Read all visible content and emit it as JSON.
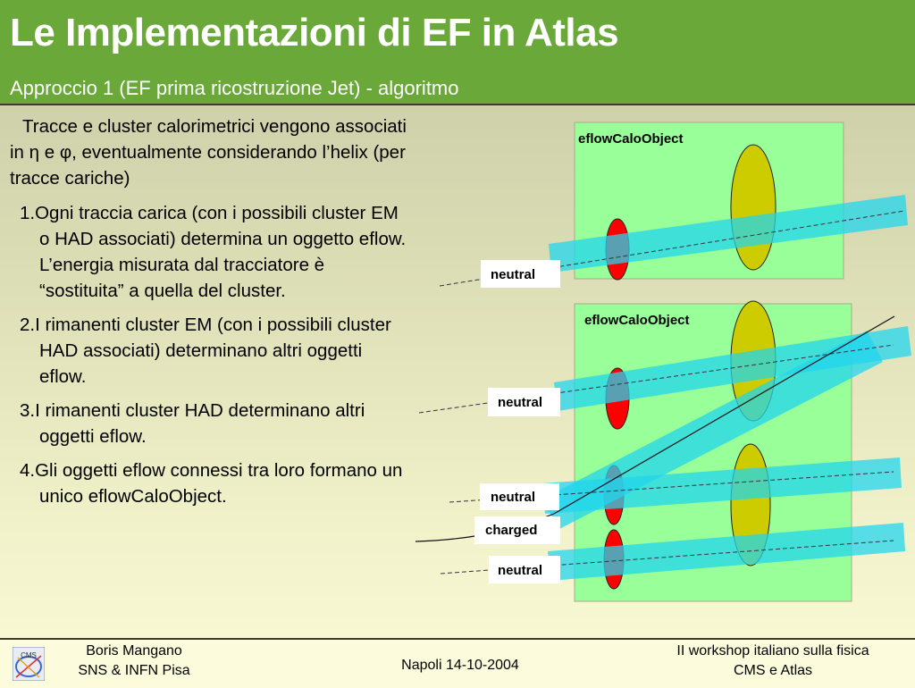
{
  "header": {
    "title": "Le Implementazioni di EF in Atlas",
    "subtitle": "Approccio 1 (EF prima ricostruzione Jet) - algoritmo",
    "background": "#6ba83a"
  },
  "content": {
    "intro": "Tracce e cluster calorimetrici vengono associati in η e φ, eventualmente considerando l’helix (per tracce cariche)",
    "items": [
      {
        "num": "1.",
        "text": "Ogni traccia carica (con i possibili cluster EM o HAD associati) determina un oggetto eflow. L’energia misurata dal tracciatore è “sostituita” a quella del cluster."
      },
      {
        "num": "2.",
        "text": "I rimanenti cluster EM (con i possibili cluster HAD associati) determinano altri oggetti eflow."
      },
      {
        "num": "3.",
        "text": "I rimanenti cluster HAD determinano altri oggetti eflow."
      },
      {
        "num": "4.",
        "text": "Gli oggetti eflow connessi tra loro formano un unico eflowCaloObject."
      }
    ]
  },
  "diagram": {
    "box_labels": [
      "eflowCaloObject",
      "eflowCaloObject"
    ],
    "tag_labels": [
      "neutral",
      "neutral",
      "neutral",
      "charged",
      "neutral"
    ],
    "colors": {
      "box_fill": "#99ff99",
      "em_cluster": "#ff0000",
      "had_cluster": "#cccc00",
      "track_band": "#22d6ee"
    }
  },
  "footer": {
    "author_line1": "Boris Mangano",
    "author_line2": "SNS & INFN Pisa",
    "date": "Napoli 14-10-2004",
    "workshop_line1": "II workshop italiano sulla fisica",
    "workshop_line2": "CMS e Atlas",
    "logo_text": "CMS",
    "logo_icon": "cms-logo-icon"
  }
}
